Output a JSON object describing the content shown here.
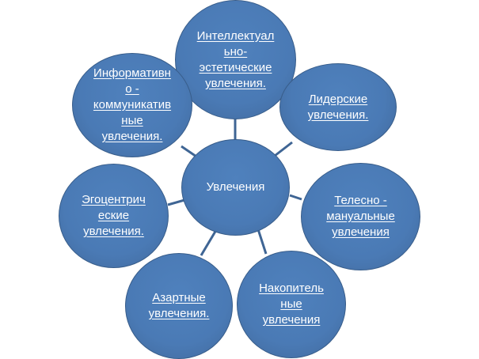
{
  "diagram": {
    "center": {
      "label": "Увлечения"
    },
    "nodes": [
      {
        "id": "intellectual",
        "label": "Интеллектуал\nьно-\nэстетические\nувлечения."
      },
      {
        "id": "leader",
        "label": "Лидерские\nувлечения."
      },
      {
        "id": "physical",
        "label": "Телесно -\nмануальные\nувлечения"
      },
      {
        "id": "collecting",
        "label": "Накопитель\nные\nувлечения"
      },
      {
        "id": "gambling",
        "label": "Азартные\nувлечения."
      },
      {
        "id": "egocentric",
        "label": "Эгоцентрич\nеские\nувлечения."
      },
      {
        "id": "informative",
        "label": "Информативн\nо -\nкоммуникатив\nные\nувлечения."
      }
    ]
  },
  "colors": {
    "node_fill": "#4f81bd",
    "node_border": "#385d8a",
    "connector": "#3f6594",
    "text": "#ffffff"
  }
}
